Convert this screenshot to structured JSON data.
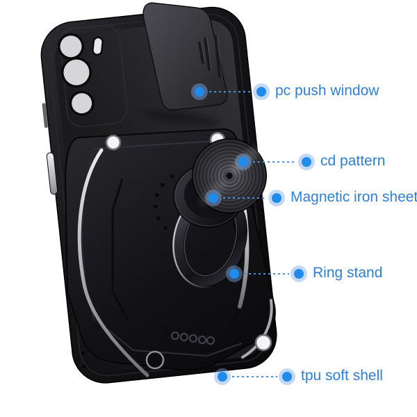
{
  "callouts": [
    {
      "label": "pc push window"
    },
    {
      "label": "cd pattern"
    },
    {
      "label": "Magnetic iron sheet"
    },
    {
      "label": "Ring stand"
    },
    {
      "label": "tpu soft shell"
    }
  ],
  "style": {
    "background_color": "#ffffff",
    "label_color": "#2e7fd6",
    "dot_color": "#1f8ceb",
    "dot_halo_color": "rgba(124,168,232,0.45)",
    "line_color": "#4a90e6",
    "lens_color": "#d6d6d8",
    "silver_accent": "#d9d9de"
  }
}
